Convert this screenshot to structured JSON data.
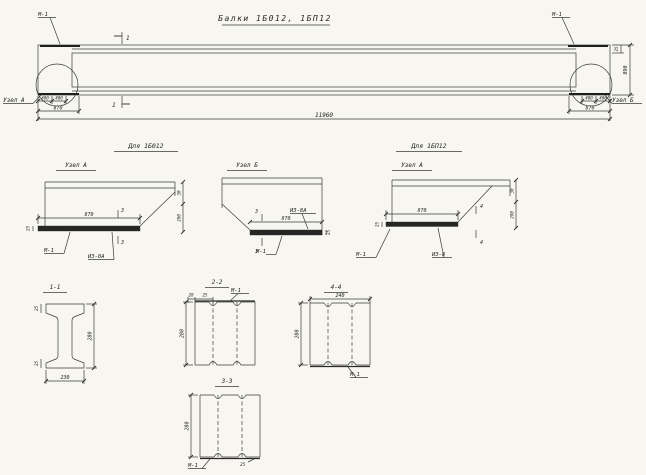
{
  "sheet": {
    "title": "Балки 1Б012, 1БП12"
  },
  "elevation": {
    "mark_left": "М-1",
    "mark_right": "М-1",
    "cut1_top": "1",
    "cut1_bottom": "1",
    "node_left": "Узел А",
    "node_right": "Узел Б",
    "dim_length": "11960",
    "dim_height": "890",
    "dim_25": "25",
    "left": {
      "d400a": "400",
      "d400b": "400",
      "d870": "870"
    },
    "right": {
      "d400a": "400",
      "d400b": "400",
      "d870": "870"
    }
  },
  "details": {
    "left": {
      "header": "Для 1Б012",
      "title": "Узел А",
      "d870": "870",
      "d25": "25",
      "d30": "30",
      "d290": "290",
      "cut": "3",
      "mark": "М-1",
      "plate": "ИЗ-8А"
    },
    "center": {
      "title": "Узел Б",
      "d870": "870",
      "d25": "25",
      "cut": "3",
      "mark": "М-1",
      "plate": "ИЗ-8А"
    },
    "right": {
      "header": "Для 1БП12",
      "title": "Узел А",
      "d870": "870",
      "d25": "25",
      "d30": "30",
      "d290": "290",
      "cut": "4",
      "mark": "М-1",
      "plate": "ИЗ-8"
    }
  },
  "sections": {
    "s11": {
      "title": "1-1",
      "d230": "230",
      "d280": "280",
      "d25a": "25",
      "d25b": "25"
    },
    "s22": {
      "title": "2-2",
      "d20": "20",
      "d25": "25",
      "d280": "280",
      "mark": "М-1"
    },
    "s33": {
      "title": "3-3",
      "d280": "280",
      "d25": "25",
      "mark": "М-1"
    },
    "s44": {
      "title": "4-4",
      "d240": "240",
      "d280": "280",
      "mark": "М-1"
    }
  }
}
